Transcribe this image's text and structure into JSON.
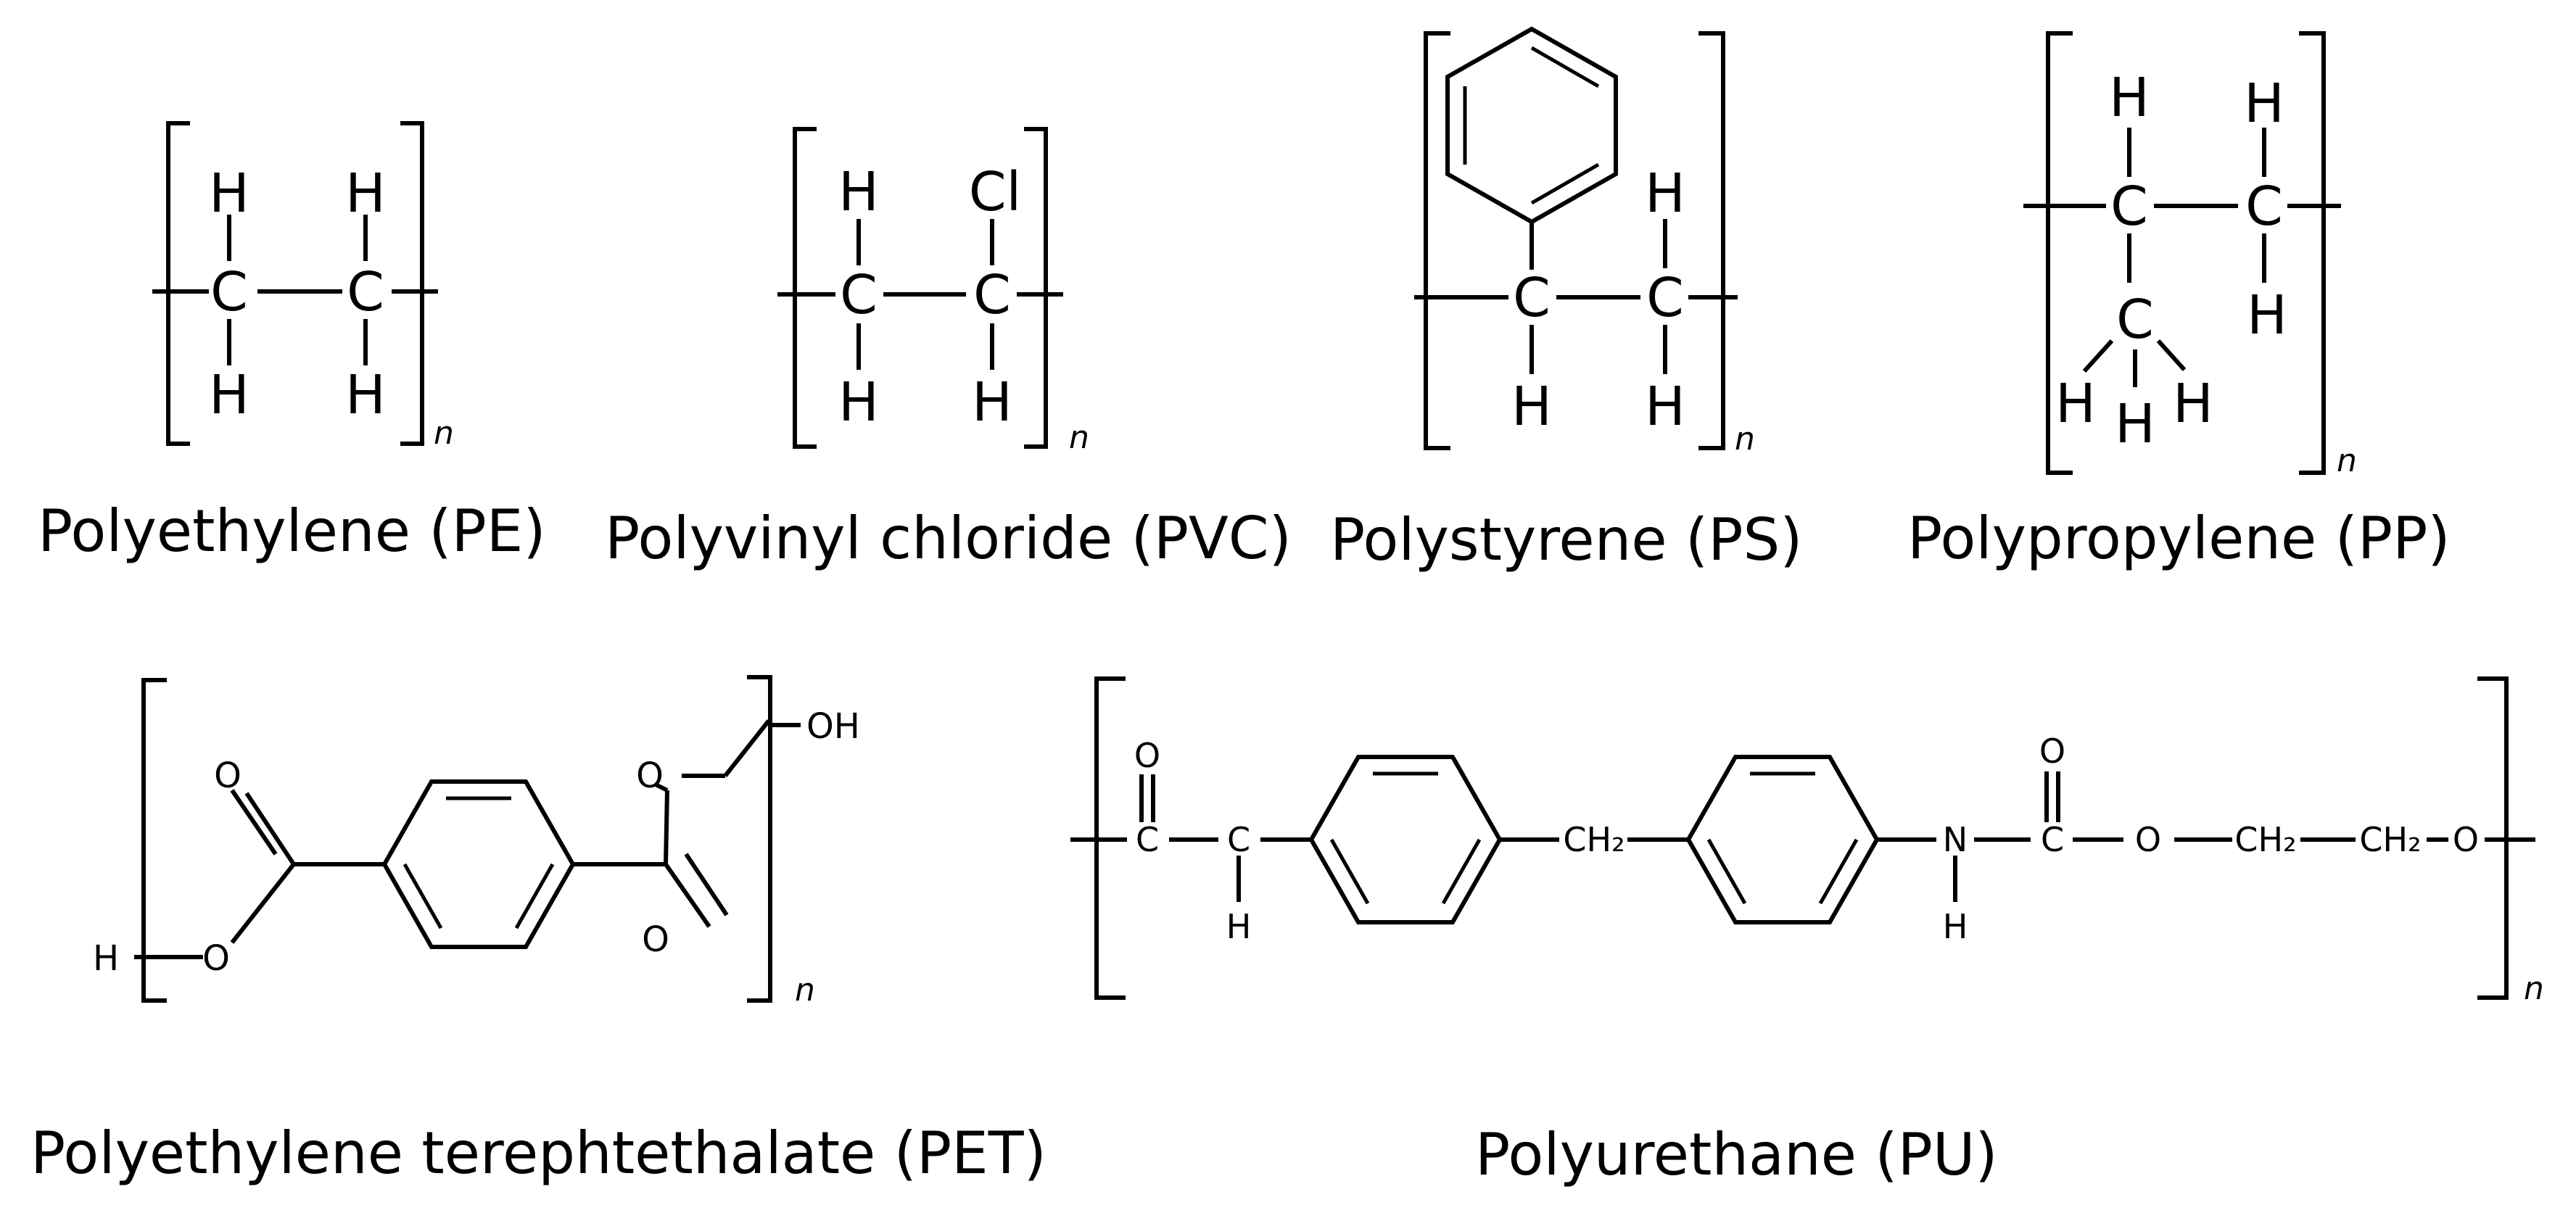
{
  "polymers": [
    {
      "id": "pe",
      "name": "Polyethylene (PE)",
      "atoms": {
        "h1": "H",
        "h2": "H",
        "c1": "C",
        "c2": "C",
        "h3": "H",
        "h4": "H"
      }
    },
    {
      "id": "pvc",
      "name": "Polyvinyl chloride (PVC)",
      "atoms": {
        "h1": "H",
        "cl": "Cl",
        "c1": "C",
        "c2": "C",
        "h3": "H",
        "h4": "H"
      }
    },
    {
      "id": "ps",
      "name": "Polystyrene (PS)",
      "atoms": {
        "h2": "H",
        "c1": "C",
        "c2": "C",
        "h3": "H",
        "h4": "H"
      }
    },
    {
      "id": "pp",
      "name": "Polypropylene (PP)",
      "atoms": {
        "h1": "H",
        "h2": "H",
        "c1": "C",
        "c2": "C",
        "c3": "C",
        "h3": "H",
        "hm1": "H",
        "hm2": "H",
        "hm3": "H"
      }
    },
    {
      "id": "pet",
      "name": "Polyethylene terephtethalate (PET)",
      "atoms": {
        "o1": "O",
        "o2": "O",
        "o3": "O",
        "o4": "O",
        "h": "H",
        "oh": "OH"
      }
    },
    {
      "id": "pu",
      "name": "Polyurethane (PU)",
      "atoms": {
        "o1": "O",
        "c1": "C",
        "c2": "C",
        "h1": "H",
        "ch2a": "CH₂",
        "n": "N",
        "h2": "H",
        "o2": "O",
        "c3": "C",
        "o3": "O",
        "ch2b": "CH₂",
        "ch2c": "CH₂",
        "o4": "O"
      }
    }
  ],
  "repeat_symbol": "n"
}
